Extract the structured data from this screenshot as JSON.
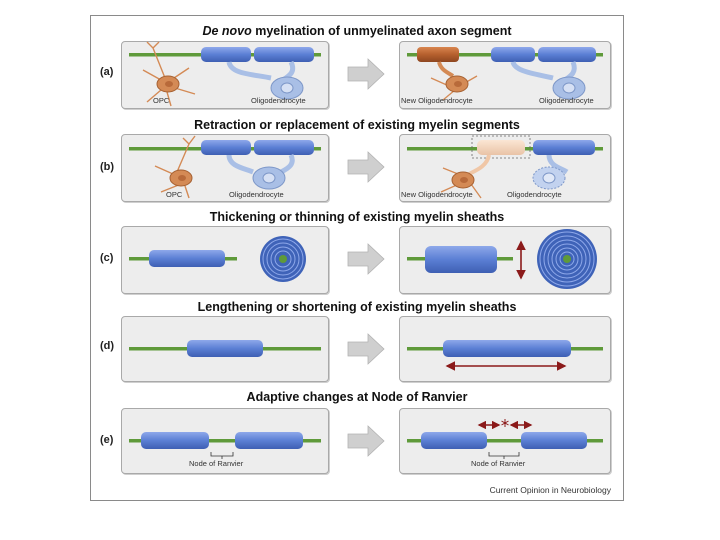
{
  "panels": [
    {
      "label": "(a)",
      "title_italic": "De novo",
      "title": " myelination of unmyelinated axon segment",
      "left_labels": [
        "OPC",
        "Oligodendrocyte"
      ],
      "right_labels": [
        "New Oligodendrocyte",
        "Oligodendrocyte"
      ]
    },
    {
      "label": "(b)",
      "title_italic": "",
      "title": "Retraction or replacement of existing myelin segments",
      "left_labels": [
        "OPC",
        "Oligodendrocyte"
      ],
      "right_labels": [
        "New Oligodendrocyte",
        "Oligodendrocyte"
      ]
    },
    {
      "label": "(c)",
      "title_italic": "",
      "title": "Thickening or thinning of existing myelin sheaths"
    },
    {
      "label": "(d)",
      "title_italic": "",
      "title": "Lengthening or shortening of existing myelin sheaths"
    },
    {
      "label": "(e)",
      "title_italic": "",
      "title": "Adaptive changes at Node of Ranvier",
      "left_labels": [
        "Node of Ranvier"
      ],
      "right_labels": [
        "Node of Ranvier"
      ]
    }
  ],
  "credit": "Current Opinion in Neurobiology",
  "colors": {
    "axon": "#5f9a3a",
    "myelin": "#5b7fd4",
    "oligodendrocyte": "#a9bfe6",
    "opc": "#d48a55",
    "arrow": "#8b1a1a",
    "panel_bg": "#ededed"
  }
}
